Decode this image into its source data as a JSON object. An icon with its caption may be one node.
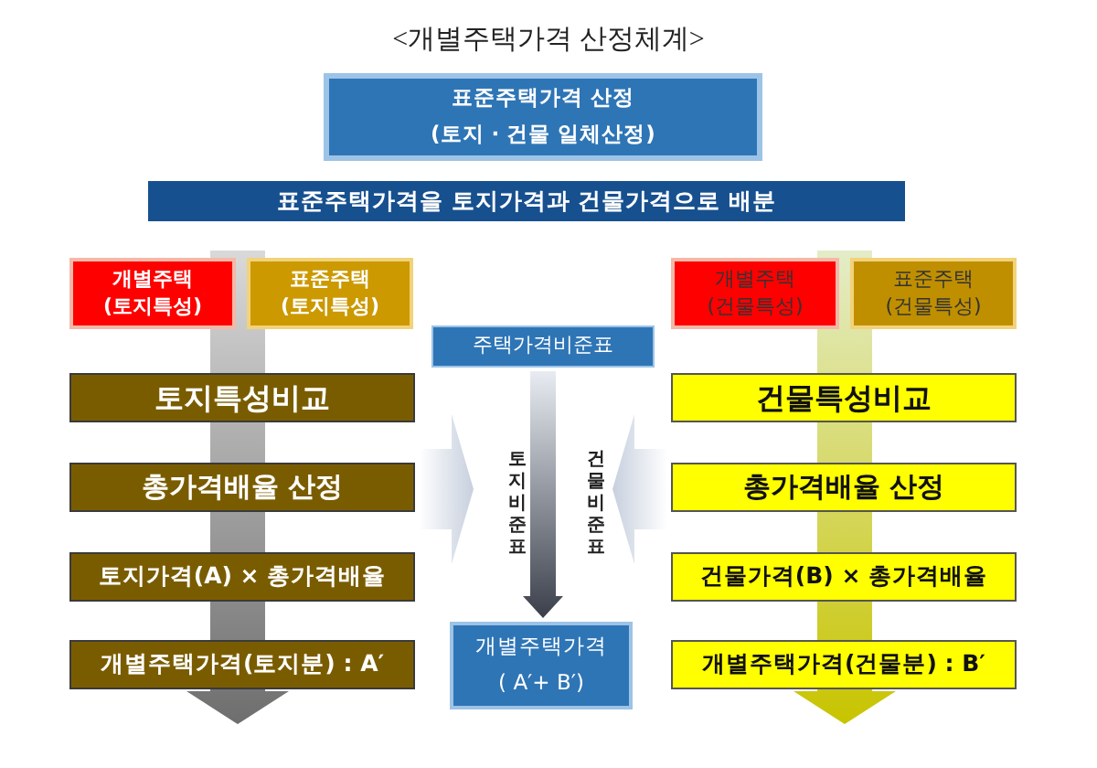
{
  "diagram": {
    "title": "<개별주택가격 산정체계>",
    "nodes": [
      {
        "text": [
          "표준주택가격 산정",
          "(토지 · 건물 일체산정)"
        ]
      },
      {
        "text": [
          "표준주택가격을 토지가격과 건물가격으로 배분"
        ]
      },
      {
        "text": [
          "개별주택 (토지특성)"
        ]
      },
      {
        "text": [
          "표준주택 (토지특성)"
        ]
      },
      {
        "text": [
          "토지특성비교"
        ]
      },
      {
        "text": [
          "총가격배율 산정"
        ]
      },
      {
        "text": [
          "토지가격(A) × 총가격배율"
        ]
      },
      {
        "text": [
          "개별주택가격(토지분) : A′"
        ]
      },
      {
        "text": [
          "주택가격비준표"
        ]
      },
      {
        "text": [
          "개별주택가격",
          "( A′+ B′)"
        ]
      },
      {
        "text": [
          "개별주택 (건물특성)"
        ]
      },
      {
        "text": [
          "표준주택 (건물특성)"
        ]
      },
      {
        "text": [
          "건물특성비교"
        ]
      },
      {
        "text": [
          "총가격배율 산정"
        ]
      },
      {
        "text": [
          "건물가격(B) × 총가격배율"
        ]
      },
      {
        "text": [
          "개별주택가격(건물분) : B′"
        ]
      }
    ],
    "edges": [
      {
        "from": 8,
        "to": 9,
        "arrow": "to"
      },
      {
        "from": 5,
        "to": null,
        "arrow": "to"
      },
      {
        "from": 13,
        "to": null,
        "arrow": "to"
      }
    ],
    "labels": [
      "토지비준표",
      "건물비준표"
    ]
  }
}
